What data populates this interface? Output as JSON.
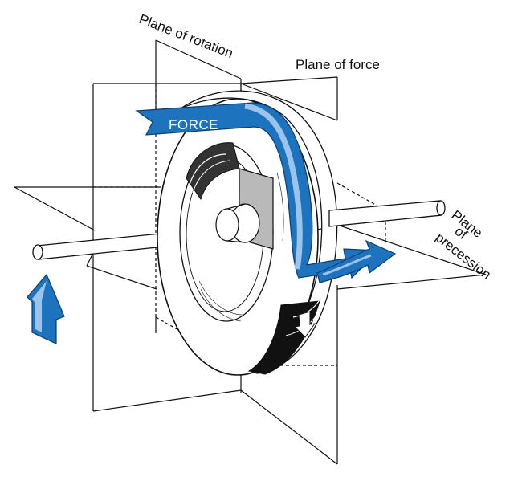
{
  "labels": {
    "plane_of_rotation": "Plane of rotation",
    "plane_of_force": "Plane of force",
    "plane_of_precession_line1": "Plane",
    "plane_of_precession_line2": "of",
    "plane_of_precession_line3": "precession",
    "force": "FORCE"
  },
  "colors": {
    "accent_blue": "#1e73be",
    "light_blue": "#9cc4ea",
    "line": "#111111",
    "hub_gray": "#b9b9b9",
    "background": "#ffffff"
  },
  "icons": {
    "left_arrow": "up-arrow-icon",
    "right_arrow": "curved-arrow-icon",
    "rim_arrow": "down-arrow-icon"
  }
}
